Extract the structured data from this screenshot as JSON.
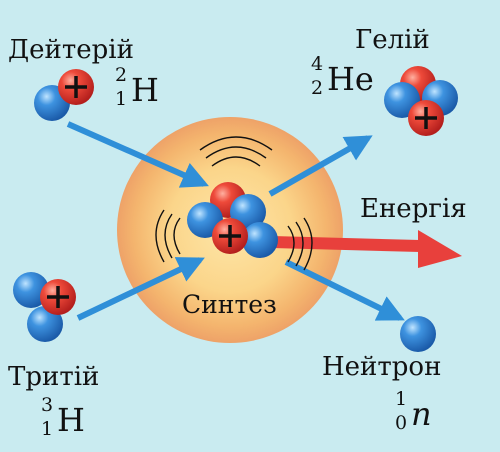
{
  "labels": {
    "deuterium": "Дейтерій",
    "tritium": "Тритій",
    "helium": "Гелій",
    "neutron": "Нейтрон",
    "energy": "Енергія",
    "fusion": "Синтез"
  },
  "notation": {
    "deuterium": {
      "mass": "2",
      "charge": "1",
      "symbol": "H"
    },
    "tritium": {
      "mass": "3",
      "charge": "1",
      "symbol": "H"
    },
    "helium": {
      "mass": "4",
      "charge": "2",
      "symbol": "He"
    },
    "neutron": {
      "mass": "1",
      "charge": "0",
      "symbol": "n"
    }
  },
  "colors": {
    "background": "#c9ebf0",
    "proton": "#e8312c",
    "neutron": "#2a7fd0",
    "arrow": "#2f8fd8",
    "energy_arrow": "#e8403c",
    "glow": "#f5c070"
  }
}
